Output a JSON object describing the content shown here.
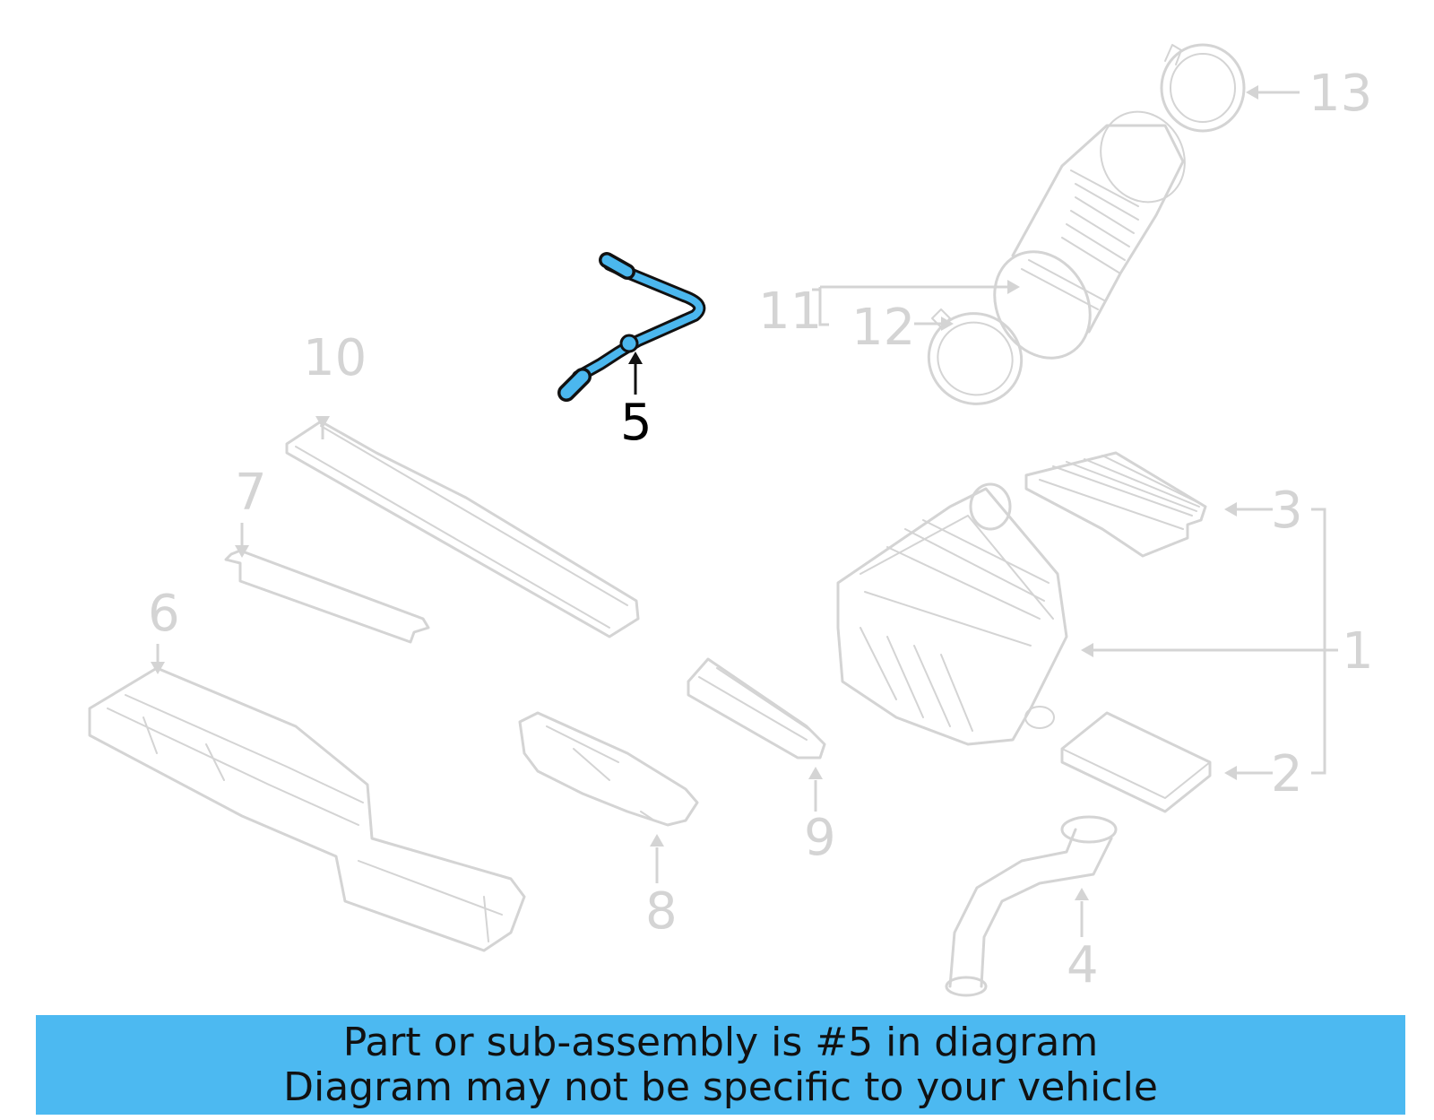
{
  "callouts": {
    "c1": "1",
    "c2": "2",
    "c3": "3",
    "c4": "4",
    "c5": "5",
    "c6": "6",
    "c7": "7",
    "c8": "8",
    "c9": "9",
    "c10": "10",
    "c11": "11",
    "c12": "12",
    "c13": "13"
  },
  "highlighted_part": "5",
  "colors": {
    "highlight": "#4bb7ee",
    "banner": "#4cb9f1",
    "faded_parts": "#d4d4d4",
    "text": "#111111"
  },
  "banner": {
    "line1": "Part or sub-assembly is #5 in diagram",
    "line2": "Diagram may not be specific to your vehicle"
  }
}
